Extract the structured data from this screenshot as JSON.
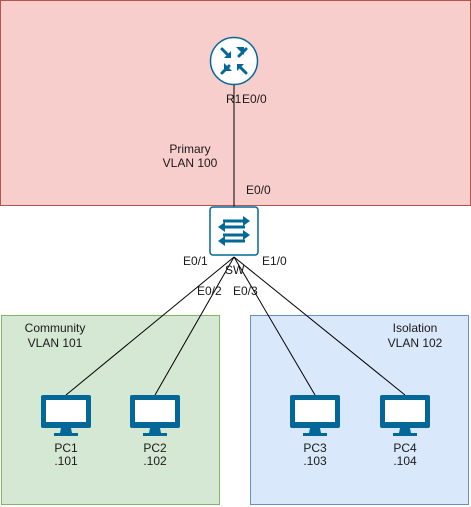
{
  "zones": {
    "primary": {
      "line1": "Primary",
      "line2": "VLAN 100",
      "fill": "#f8cecc",
      "stroke": "#b85450"
    },
    "community": {
      "line1": "Community",
      "line2": "VLAN 101",
      "fill": "#d5e8d4",
      "stroke": "#82b366"
    },
    "isolation": {
      "line1": "Isolation",
      "line2": "VLAN 102",
      "fill": "#dae8fc",
      "stroke": "#6c8ebf"
    }
  },
  "router": {
    "name": "R1",
    "port": "E0/0",
    "icon": "router-icon",
    "color": "#036897"
  },
  "switch": {
    "name": "SW",
    "uplink_port": "E0/0",
    "icon": "switch-icon",
    "color": "#036897",
    "ports": {
      "pc1": "E0/1",
      "pc2": "E0/2",
      "pc3": "E0/3",
      "pc4": "E1/0"
    }
  },
  "pcs": [
    {
      "name": "PC1",
      "ip": ".101"
    },
    {
      "name": "PC2",
      "ip": ".102"
    },
    {
      "name": "PC3",
      "ip": ".103"
    },
    {
      "name": "PC4",
      "ip": ".104"
    }
  ],
  "pc_icon": "pc-monitor-icon",
  "pc_color": "#036897"
}
